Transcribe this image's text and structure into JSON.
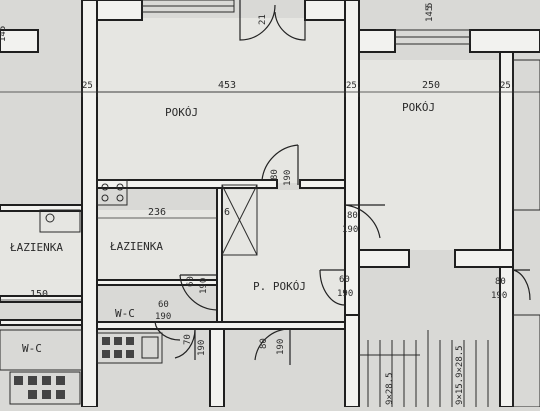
{
  "rooms": {
    "room_left": "POKÓJ",
    "room_right": "POKÓJ",
    "bathroom_center": "ŁAZIENKA",
    "bathroom_left": "ŁAZIENKA",
    "hallway": "P. POKÓJ",
    "wc_center": "W-C",
    "wc_left": "W-C"
  },
  "dimensions": {
    "top_left_145": "145",
    "top_25_a": "25",
    "top_453": "453",
    "top_25_b": "25",
    "top_250": "250",
    "top_25_c": "25",
    "bath_236": "236",
    "bath_6": "6",
    "left_150": "150",
    "top_right_145": "145",
    "top_right_5": "5",
    "stair": "9×28.5",
    "stair_right": "9×15.9×28.5"
  },
  "doors": {
    "door_top": {
      "w": "80",
      "h": "190"
    },
    "door_mid": {
      "w": "80",
      "h": "190"
    },
    "door_hall": {
      "w": "60",
      "h": "190"
    },
    "door_right": {
      "w": "80",
      "h": "190"
    },
    "door_wc": {
      "w": "60",
      "h": "190"
    },
    "door_wc2": {
      "w": "70",
      "h": "190"
    },
    "door_bottom": {
      "w": "80",
      "h": "190"
    },
    "door_toptop": {
      "w": "21",
      "h": ""
    }
  },
  "colors": {
    "paper": "#d9d9d6",
    "line": "#1f1f1f"
  }
}
